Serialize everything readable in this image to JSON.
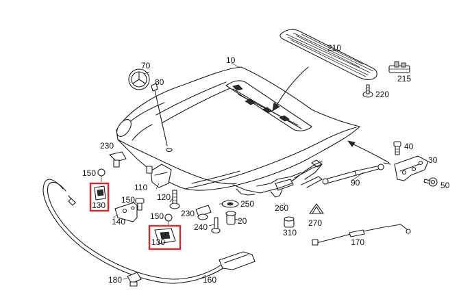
{
  "labels": {
    "p10": "10",
    "p20": "20",
    "p30": "30",
    "p40": "40",
    "p50": "50",
    "p70": "70",
    "p80": "80",
    "p90": "90",
    "p110": "110",
    "p120": "120",
    "p130a": "130",
    "p130b": "130",
    "p140": "140",
    "p150a": "150",
    "p150b": "150",
    "p150c": "150",
    "p160": "160",
    "p170": "170",
    "p180": "180",
    "p210": "210",
    "p215": "215",
    "p220": "220",
    "p230a": "230",
    "p230b": "230",
    "p240": "240",
    "p250": "250",
    "p260": "260",
    "p270": "270",
    "p310": "310"
  },
  "colors": {
    "line": "#1a1a1a",
    "highlight": "#d42a2a",
    "background": "#ffffff"
  }
}
